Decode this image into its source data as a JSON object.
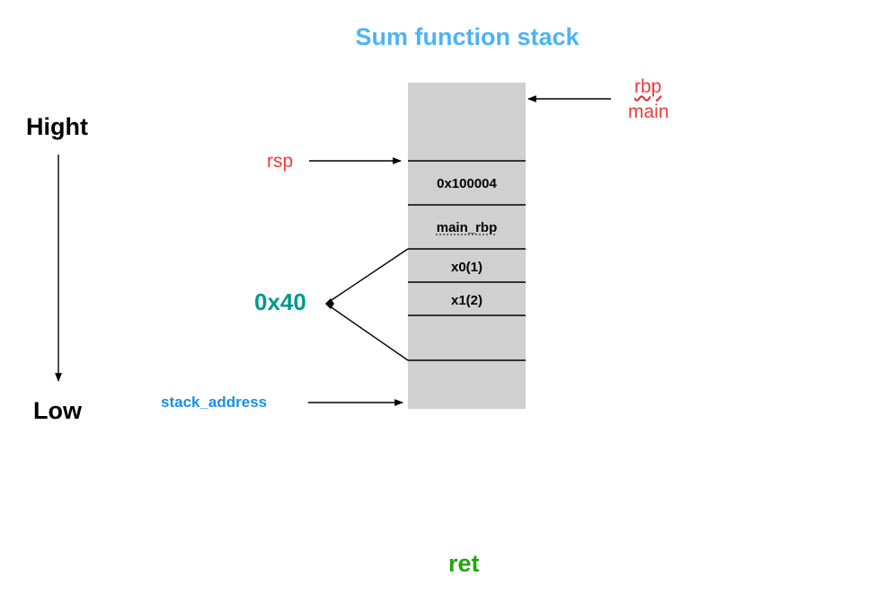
{
  "title": "Sum function stack",
  "direction": {
    "high": "Hight",
    "low": "Low"
  },
  "pointers": {
    "rbp": "rbp",
    "rbp_sub": "main",
    "rsp": "rsp",
    "stack_address": "stack_address",
    "frame_size": "0x40"
  },
  "stack_cells": [
    "0x100004",
    "main_rbp",
    "x0(1)",
    "x1(2)"
  ],
  "footer": "ret",
  "colors": {
    "title": "#4db3f5",
    "register": "#f03a3a",
    "frame_size": "#009a8a",
    "stack_address": "#1a8fe0",
    "footer": "#22a50e",
    "stack_fill": "#d0d0d0"
  }
}
